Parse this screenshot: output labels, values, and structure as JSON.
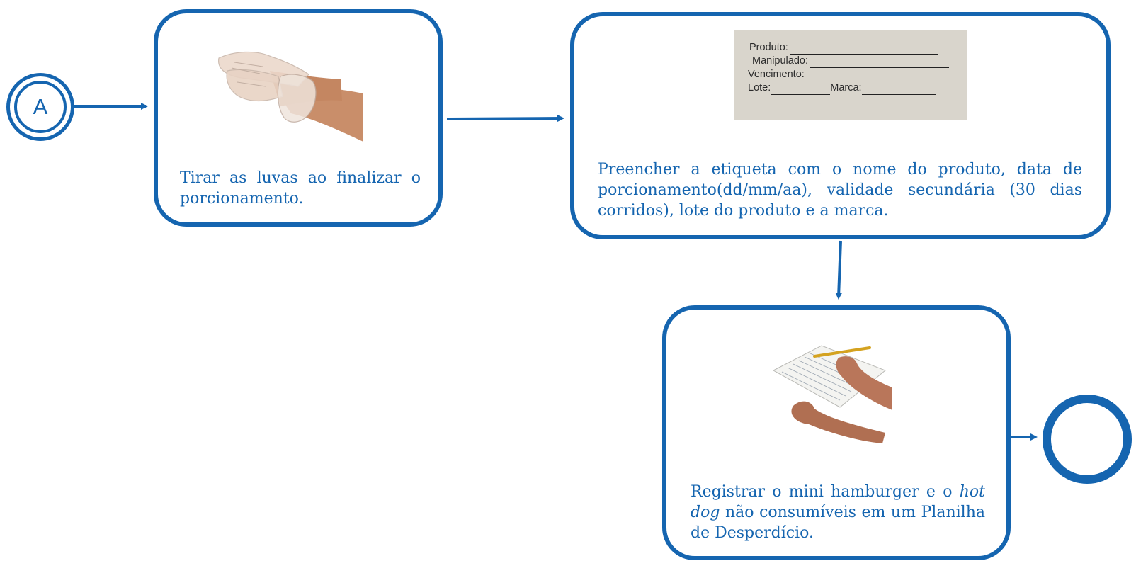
{
  "colors": {
    "accent": "#1565b0",
    "label_card": "#d9d5cc"
  },
  "start_event": {
    "label": "A"
  },
  "tasks": [
    {
      "icon": "gloves-removal-photo",
      "text": "Tirar as luvas ao finalizar o porcionamento."
    },
    {
      "icon": "label-sticker-photo",
      "label_fields": {
        "produto": "Produto:",
        "manipulado": "Manipulado:",
        "vencimento": "Vencimento:",
        "lote": "Lote:",
        "marca": "Marca:"
      },
      "text": "Preencher a etiqueta com o nome do produto, data de porcionamento(dd/mm/aa), validade secundária (30 dias corridos), lote do produto e a marca."
    },
    {
      "icon": "writing-on-form-photo",
      "text_line1": "Registrar o mini hamburger e o ",
      "text_italic": "hot dog",
      "text_line2": " não consumíveis em um Planilha de Desperdício."
    }
  ],
  "end_event": {
    "label": ""
  }
}
